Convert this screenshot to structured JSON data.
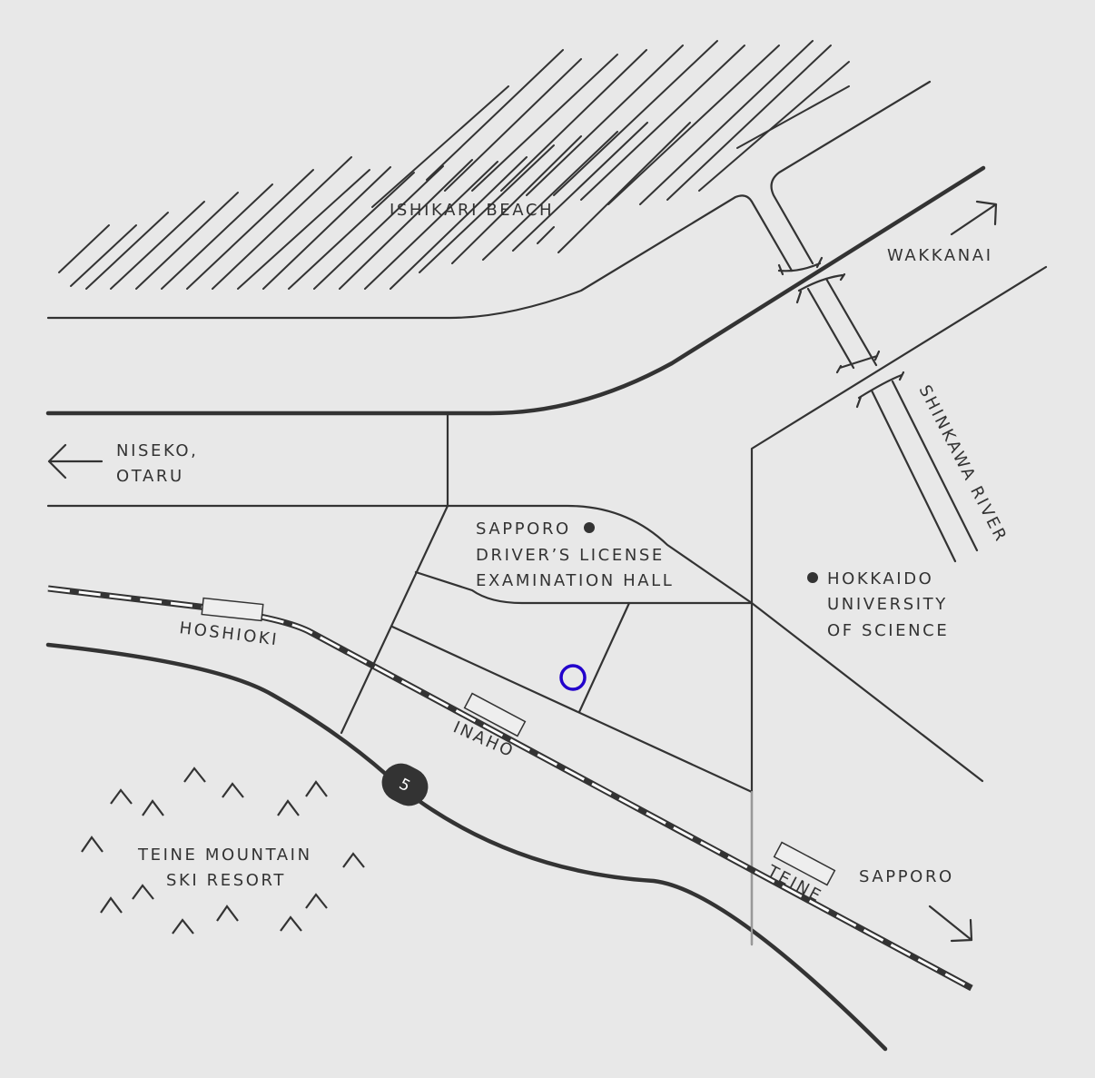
{
  "places": {
    "beach": "ISHIKARI BEACH",
    "wakkanai": "WAKKANAI",
    "niseko_line1": "NISEKO,",
    "niseko_line2": "OTARU",
    "river": "SHINKAWA RIVER",
    "exam_hall_line1": "SAPPORO",
    "exam_hall_line2": "DRIVER’S LICENSE",
    "exam_hall_line3": "EXAMINATION HALL",
    "university_line1": "HOKKAIDO",
    "university_line2": "UNIVERSITY",
    "university_line3": "OF SCIENCE",
    "ski_line1": "TEINE MOUNTAIN",
    "ski_line2": "SKI RESORT",
    "sapporo": "SAPPORO"
  },
  "stations": {
    "hoshioki": "HOSHIOKI",
    "inaho": "INAHO",
    "teine": "TEINE"
  },
  "route_badge": "5",
  "colors": {
    "background": "#e8e8e8",
    "ink": "#333333",
    "marker": "#2200cc"
  },
  "icons": {
    "location_marker": "circle-marker-icon",
    "poi": "dot-icon",
    "direction": "arrow-icon",
    "mountain": "peak-icon"
  }
}
